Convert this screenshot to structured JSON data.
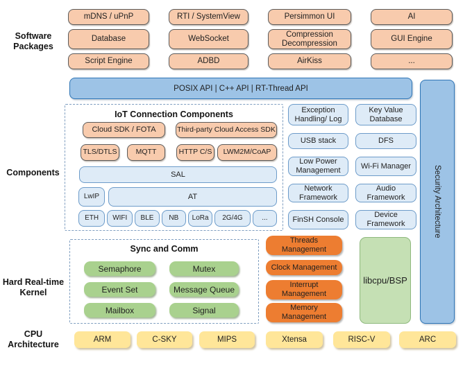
{
  "software_packages": {
    "section_label": "Software Packages",
    "grid": [
      [
        "mDNS / uPnP",
        "RTI / SystemView",
        "Persimmon UI",
        "AI"
      ],
      [
        "Database",
        "WebSocket",
        "Compression Decompression",
        "GUI Engine"
      ],
      [
        "Script Engine",
        "ADBD",
        "AirKiss",
        "..."
      ]
    ]
  },
  "api_bar": "POSIX API  |  C++ API  |  RT-Thread API",
  "security_bar": "Security Architecture",
  "components": {
    "section_label": "Components",
    "iot": {
      "title": "IoT Connection Components",
      "cloud_sdk": "Cloud SDK / FOTA",
      "third_party": "Third-party Cloud Access SDK",
      "tls": "TLS/DTLS",
      "mqtt": "MQTT",
      "http": "HTTP C/S",
      "lwm2m": "LWM2M/CoAP",
      "sal": "SAL",
      "lwip": "LwIP",
      "at": "AT",
      "phys": [
        "ETH",
        "WIFI",
        "BLE",
        "NB",
        "LoRa",
        "2G/4G",
        "..."
      ]
    },
    "right": [
      [
        "Exception Handling/ Log",
        "Key Value Database"
      ],
      [
        "USB stack",
        "DFS"
      ],
      [
        "Low Power Management",
        "Wi-Fi Manager"
      ],
      [
        "Network Framework",
        "Audio Framework"
      ],
      [
        "FinSH Console",
        "Device Framework"
      ]
    ]
  },
  "kernel": {
    "section_label": "Hard Real-time Kernel",
    "sync_title": "Sync and Comm",
    "sync_items": [
      "Semaphore",
      "Mutex",
      "Event Set",
      "Message Queue",
      "Mailbox",
      "Signal"
    ],
    "management": [
      "Threads Management",
      "Clock Management",
      "Interrupt Management",
      "Memory Management"
    ],
    "libcpu": "libcpu/BSP"
  },
  "cpu": {
    "section_label": "CPU Architecture",
    "items": [
      "ARM",
      "C-SKY",
      "MIPS",
      "Xtensa",
      "RISC-V",
      "ARC"
    ]
  },
  "colors": {
    "package_fill": "#F8CBAD",
    "api_fill": "#9DC3E6",
    "api_border": "#2E75B6",
    "component_fill": "#DEEBF7",
    "sync_fill": "#A9D18E",
    "management_fill": "#ED7D31",
    "libcpu_fill": "#C5E0B4",
    "cpu_fill": "#FFE699"
  }
}
